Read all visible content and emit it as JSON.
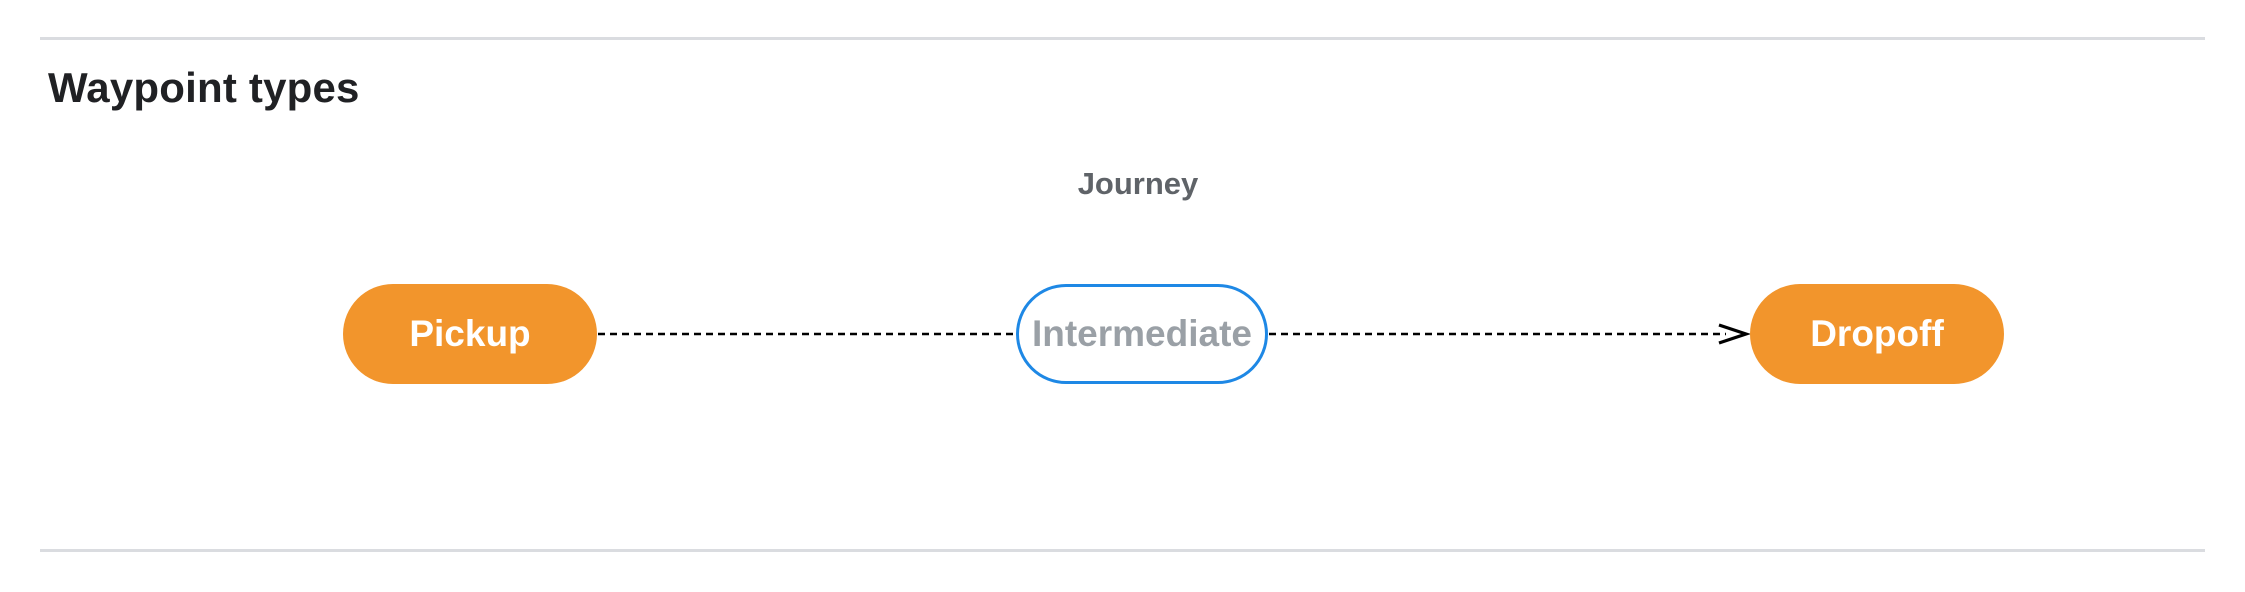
{
  "section": {
    "title": "Waypoint types"
  },
  "diagram": {
    "title": "Journey",
    "nodes": [
      {
        "id": "pickup",
        "label": "Pickup",
        "style": "filled"
      },
      {
        "id": "intermediate",
        "label": "Intermediate",
        "style": "outlined"
      },
      {
        "id": "dropoff",
        "label": "Dropoff",
        "style": "filled"
      }
    ],
    "edges": [
      {
        "from": "Pickup",
        "to": "Intermediate",
        "style": "dashed",
        "arrowhead": false
      },
      {
        "from": "Intermediate",
        "to": "Dropoff",
        "style": "dashed",
        "arrowhead": true
      }
    ]
  },
  "colors": {
    "node_fill": "#F2952C",
    "node_text": "#FFFFFF",
    "intermediate_border": "#1E88E5",
    "intermediate_text": "#9AA0A6",
    "journey_label": "#5F6368",
    "heading": "#202124",
    "divider": "#DADCE0",
    "edge": "#000000"
  }
}
